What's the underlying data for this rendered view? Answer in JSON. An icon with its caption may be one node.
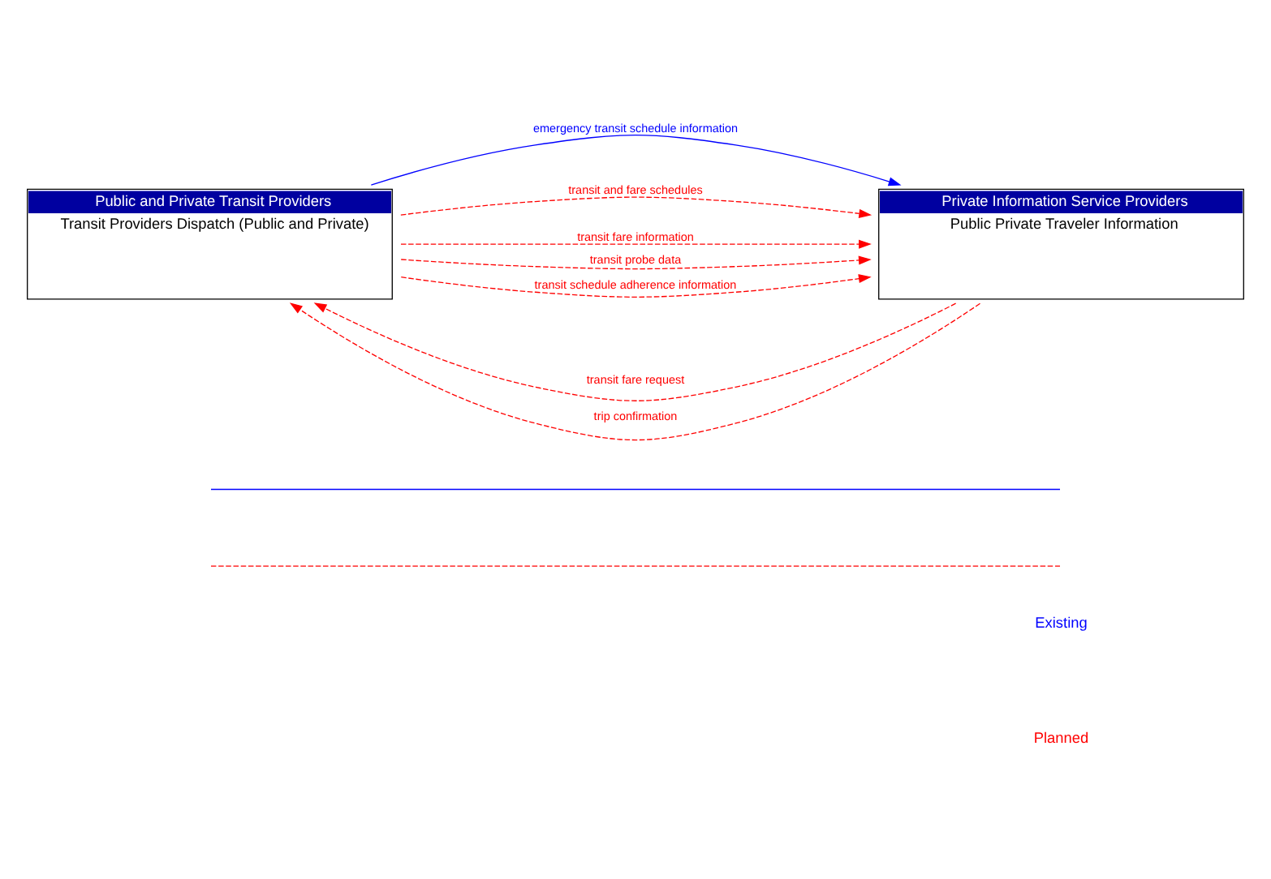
{
  "diagram": {
    "nodes": [
      {
        "text": [
          "Public and Private Transit Providers",
          "Transit Providers Dispatch (Public and Private)"
        ]
      },
      {
        "text": [
          "Private Information Service Providers",
          "Public Private Traveler Information"
        ]
      }
    ],
    "edges": [
      {
        "from": 1,
        "to": 0,
        "arrow": "to",
        "label": "transit fare request",
        "style": "dashed"
      },
      {
        "from": 1,
        "to": 0,
        "arrow": "to",
        "label": "trip confirmation",
        "style": "dashed"
      },
      {
        "from": 0,
        "to": 1,
        "arrow": "to",
        "label": "emergency transit schedule information",
        "color": "#0000ff"
      },
      {
        "from": 0,
        "to": 1,
        "arrow": "to",
        "label": "transit and fare schedules",
        "style": "dashed"
      },
      {
        "from": 0,
        "to": 1,
        "arrow": "to",
        "label": "transit fare information",
        "style": "dashed"
      },
      {
        "from": 0,
        "to": 1,
        "arrow": "to",
        "label": "transit probe data",
        "style": "dashed"
      },
      {
        "from": 0,
        "to": 1,
        "arrow": "to",
        "label": "transit schedule adherence information",
        "style": "dashed"
      }
    ],
    "legend": [
      {
        "text": "Existing"
      },
      {
        "text": "Planned"
      }
    ]
  }
}
